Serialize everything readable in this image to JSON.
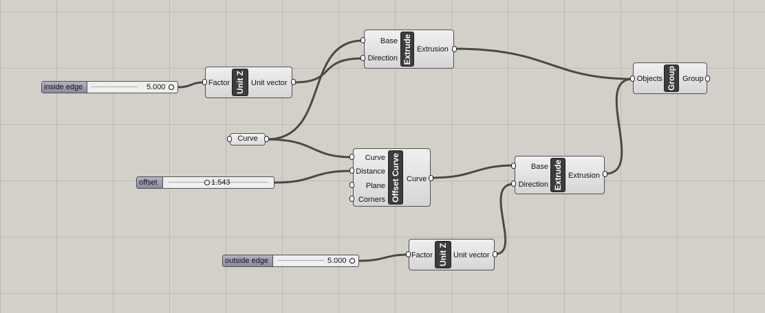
{
  "sliders": {
    "inside_edge": {
      "label": "inside edge",
      "value": "5.000"
    },
    "offset": {
      "label": "offset",
      "value": "1.543"
    },
    "outside_edge": {
      "label": "outside edge",
      "value": "5.000"
    }
  },
  "params": {
    "curve": "Curve"
  },
  "components": {
    "unit_z_top": {
      "nickname": "Unit Z",
      "inputs": [
        "Factor"
      ],
      "outputs": [
        "Unit vector"
      ]
    },
    "extrude_top": {
      "nickname": "Extrude",
      "inputs": [
        "Base",
        "Direction"
      ],
      "outputs": [
        "Extrusion"
      ]
    },
    "group": {
      "nickname": "Group",
      "inputs": [
        "Objects"
      ],
      "outputs": [
        "Group"
      ]
    },
    "offset_curve": {
      "nickname": "Offset Curve",
      "inputs": [
        "Curve",
        "Distance",
        "Plane",
        "Corners"
      ],
      "outputs": [
        "Curve"
      ]
    },
    "extrude_bottom": {
      "nickname": "Extrude",
      "inputs": [
        "Base",
        "Direction"
      ],
      "outputs": [
        "Extrusion"
      ]
    },
    "unit_z_bottom": {
      "nickname": "Unit Z",
      "inputs": [
        "Factor"
      ],
      "outputs": [
        "Unit vector"
      ]
    }
  }
}
